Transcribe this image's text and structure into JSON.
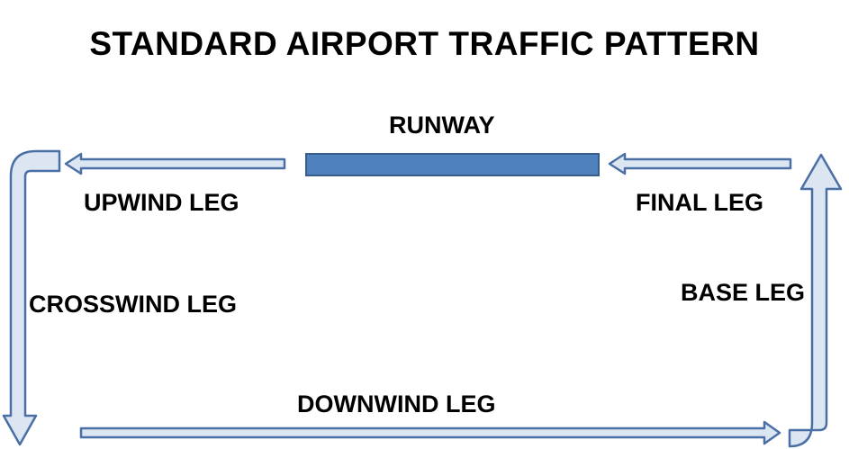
{
  "title": "STANDARD AIRPORT TRAFFIC PATTERN",
  "labels": {
    "runway": "RUNWAY",
    "upwind": "UPWIND LEG",
    "final": "FINAL LEG",
    "crosswind": "CROSSWIND LEG",
    "base": "BASE LEG",
    "downwind": "DOWNWIND LEG"
  },
  "colors": {
    "runway_fill": "#4F81BD",
    "runway_stroke": "#385D8A",
    "arrow_fill": "#DCE6F2",
    "arrow_stroke": "#4A6FA5",
    "text": "#000000"
  }
}
